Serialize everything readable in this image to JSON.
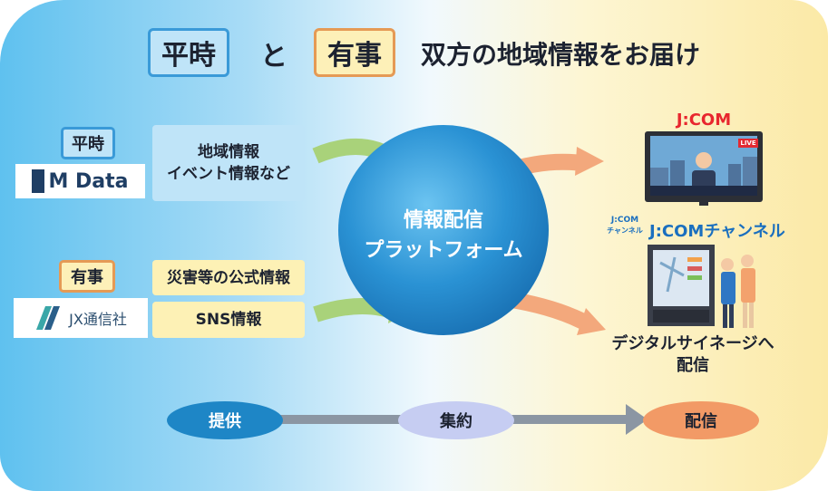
{
  "header": {
    "heitoki": "平時",
    "to": "と",
    "yuuji": "有事",
    "title": "双方の地域情報をお届け"
  },
  "left": {
    "heitoki_tag": "平時",
    "heitoki_logo": "M Data",
    "heitoki_info": [
      "地域情報",
      "イベント情報など"
    ],
    "yuuji_tag": "有事",
    "yuuji_logo": "JX通信社",
    "yuuji_info1": "災害等の公式情報",
    "yuuji_info2": "SNS情報"
  },
  "center": {
    "line1": "情報配信",
    "line2": "プラットフォーム"
  },
  "right": {
    "jcom_logo": "J:COM",
    "live_badge": "LIVE",
    "channel_small": [
      "J:COM",
      "チャンネル"
    ],
    "channel_label": "J:COMチャンネル",
    "signage_caption": [
      "デジタルサイネージへ",
      "配信"
    ]
  },
  "flow": {
    "step1": "提供",
    "step2": "集約",
    "step3": "配信"
  },
  "colors": {
    "blue_box": "#bfe4f8",
    "yellow_box": "#fdf1b5",
    "circle": "#1d7fc4",
    "arrow_green": "#a9d27a",
    "arrow_orange": "#f3a87c",
    "step1_fill": "#1e86c6",
    "step2_fill": "#c6cdf2",
    "step3_fill": "#f29a66"
  }
}
